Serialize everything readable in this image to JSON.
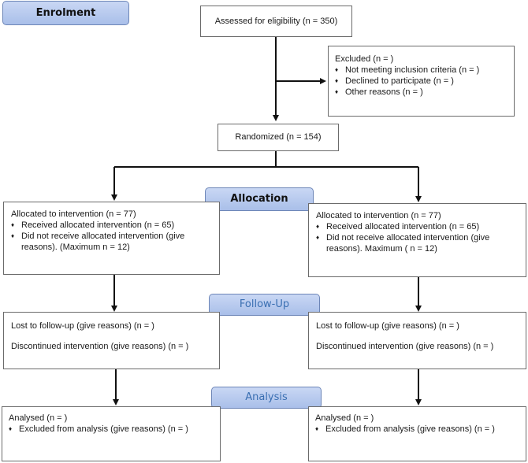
{
  "stages": {
    "enrolment": "Enrolment",
    "allocation": "Allocation",
    "follow_up": "Follow-Up",
    "analysis": "Analysis"
  },
  "assessed": "Assessed for eligibility (n = 350)",
  "excluded": {
    "title": "Excluded (n =   )",
    "items": [
      "Not meeting inclusion criteria (n =   )",
      "Declined to participate (n =   )",
      "Other reasons (n =   )"
    ]
  },
  "randomized": "Randomized (n = 154)",
  "allocation_left": {
    "title": "Allocated to intervention (n = 77)",
    "received": "Received allocated intervention (n = 65)",
    "not_received": "Did not receive allocated intervention (give reasons). (Maximum  n = 12)"
  },
  "allocation_right": {
    "title": "Allocated to intervention (n = 77)",
    "received": "Received allocated intervention (n = 65)",
    "not_received": "Did not receive allocated intervention (give reasons). Maximum  ( n = 12)"
  },
  "followup_left": {
    "lost": "Lost to follow-up (give reasons) (n =   )",
    "discontinued": "Discontinued intervention (give reasons) (n =   )"
  },
  "followup_right": {
    "lost": "Lost to follow-up (give reasons) (n =   )",
    "discontinued": "Discontinued intervention (give reasons) (n =   )"
  },
  "analysis_left": {
    "analysed": "Analysed (n =   )",
    "excluded": "Excluded from analysis (give reasons) (n =   )"
  },
  "analysis_right": {
    "analysed": "Analysed (n =   )",
    "excluded": "Excluded from analysis (give reasons) (n =   )"
  }
}
